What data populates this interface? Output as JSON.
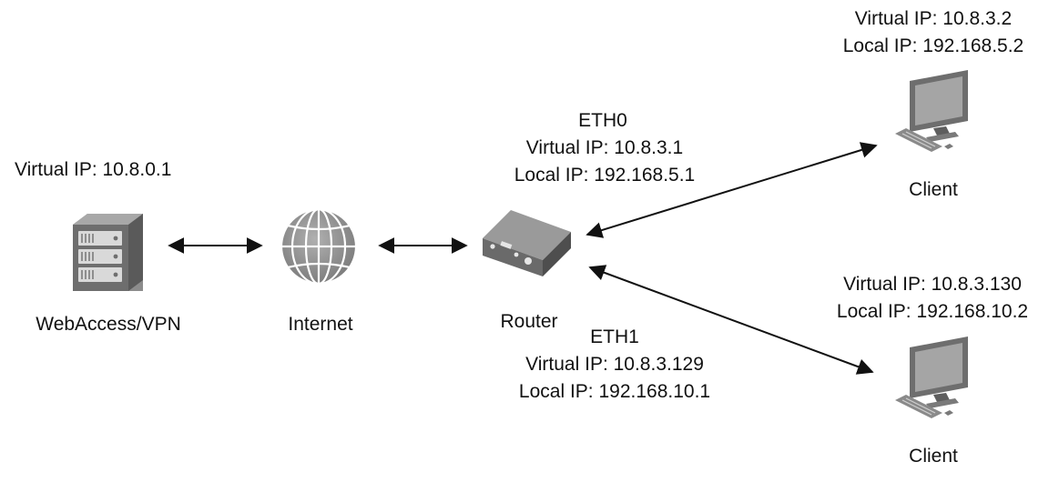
{
  "nodes": {
    "server": {
      "label": "WebAccess/VPN",
      "virtual_ip": "Virtual IP: 10.8.0.1",
      "icon": "server-icon"
    },
    "internet": {
      "label": "Internet",
      "icon": "globe-icon"
    },
    "router": {
      "label": "Router",
      "icon": "router-icon"
    },
    "client_top": {
      "label": "Client",
      "virtual_ip": "Virtual IP: 10.8.3.2",
      "local_ip": "Local IP: 192.168.5.2",
      "icon": "computer-icon"
    },
    "client_bottom": {
      "label": "Client",
      "virtual_ip": "Virtual IP: 10.8.3.130",
      "local_ip": "Local IP: 192.168.10.2",
      "icon": "computer-icon"
    }
  },
  "interfaces": {
    "eth0": {
      "name": "ETH0",
      "virtual_ip": "Virtual IP: 10.8.3.1",
      "local_ip": "Local IP: 192.168.5.1"
    },
    "eth1": {
      "name": "ETH1",
      "virtual_ip": "Virtual IP: 10.8.3.129",
      "local_ip": "Local IP: 192.168.10.1"
    }
  },
  "colors": {
    "icon_dark": "#555555",
    "icon_light": "#8a8a8a",
    "arrow": "#111111"
  }
}
